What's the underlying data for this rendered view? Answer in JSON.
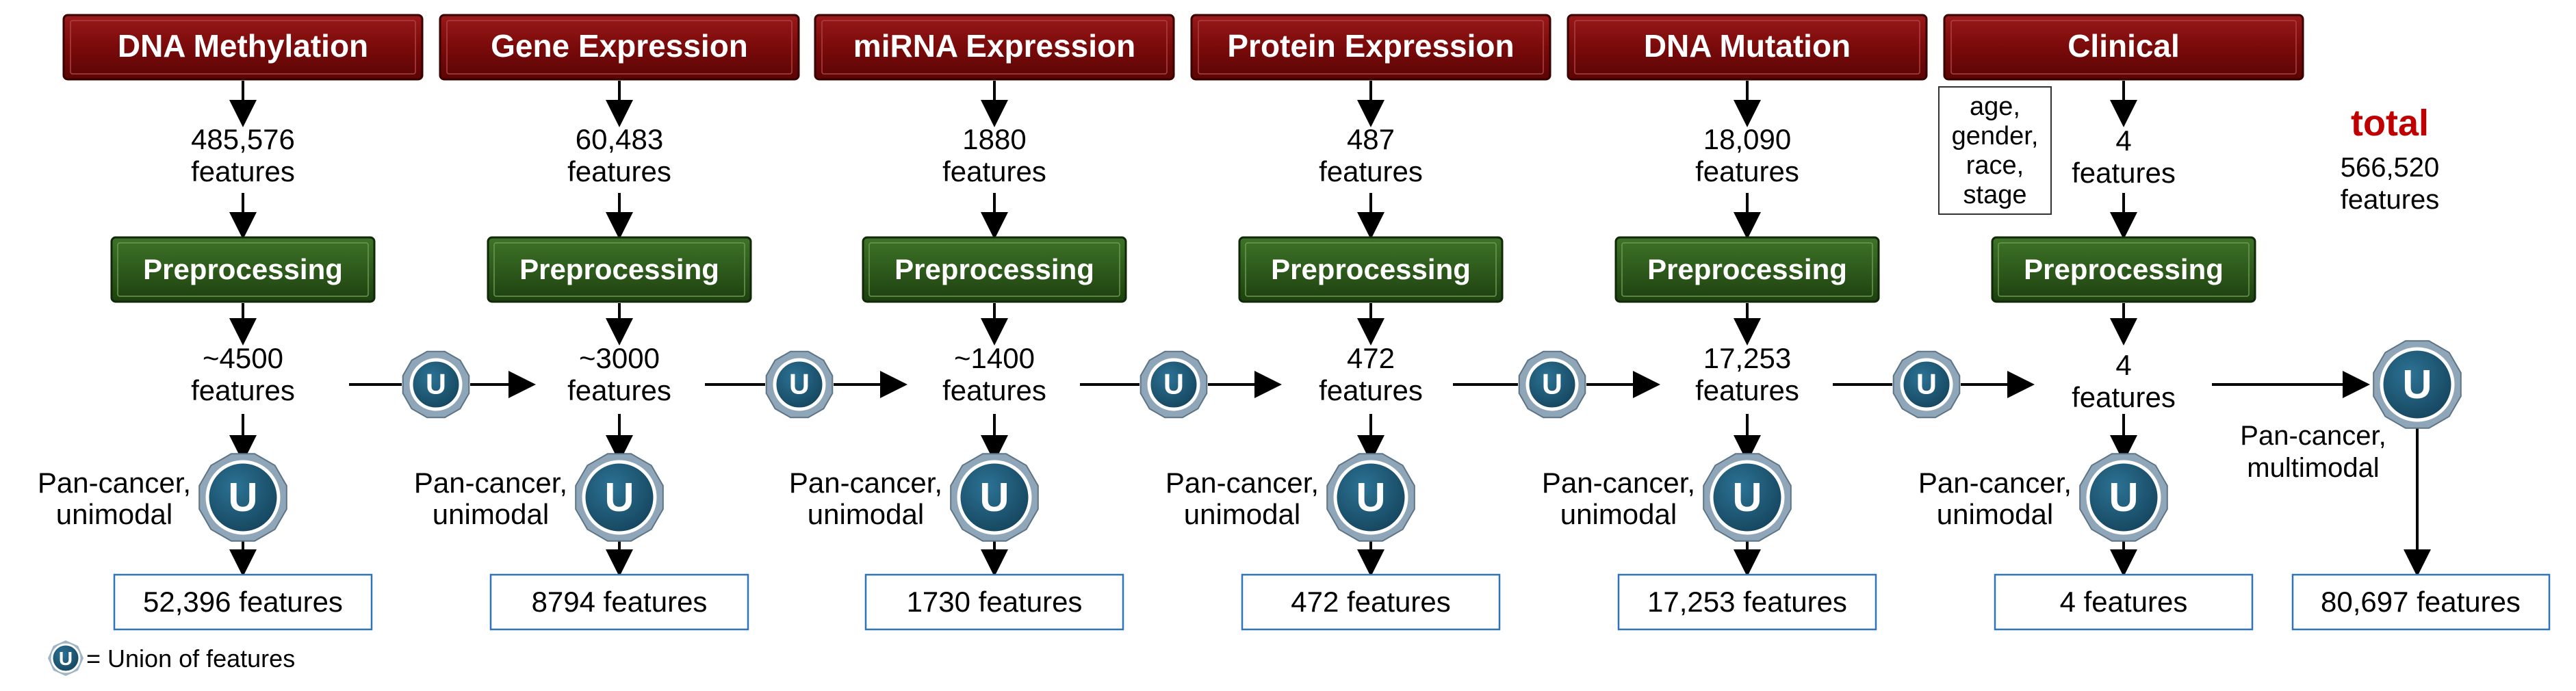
{
  "columns": [
    {
      "source": "DNA Methylation",
      "raw_count": "485,576",
      "raw_unit": "features",
      "step": "Preprocessing",
      "after_count": "~4500",
      "after_unit": "features",
      "mode_line1": "Pan-cancer,",
      "mode_line2": "unimodal",
      "result": "52,396 features"
    },
    {
      "source": "Gene Expression",
      "raw_count": "60,483",
      "raw_unit": "features",
      "step": "Preprocessing",
      "after_count": "~3000",
      "after_unit": "features",
      "mode_line1": "Pan-cancer,",
      "mode_line2": "unimodal",
      "result": "8794 features"
    },
    {
      "source": "miRNA Expression",
      "raw_count": "1880",
      "raw_unit": "features",
      "step": "Preprocessing",
      "after_count": "~1400",
      "after_unit": "features",
      "mode_line1": "Pan-cancer,",
      "mode_line2": "unimodal",
      "result": "1730 features"
    },
    {
      "source": "Protein Expression",
      "raw_count": "487",
      "raw_unit": "features",
      "step": "Preprocessing",
      "after_count": "472",
      "after_unit": "features",
      "mode_line1": "Pan-cancer,",
      "mode_line2": "unimodal",
      "result": "472 features"
    },
    {
      "source": "DNA Mutation",
      "raw_count": "18,090",
      "raw_unit": "features",
      "step": "Preprocessing",
      "after_count": "17,253",
      "after_unit": "features",
      "mode_line1": "Pan-cancer,",
      "mode_line2": "unimodal",
      "result": "17,253 features"
    },
    {
      "source": "Clinical",
      "raw_count": "4",
      "raw_unit": "features",
      "step": "Preprocessing",
      "after_count": "4",
      "after_unit": "features",
      "mode_line1": "Pan-cancer,",
      "mode_line2": "unimodal",
      "result": "4 features"
    }
  ],
  "clinical_box": [
    "age,",
    "gender,",
    "race,",
    "stage"
  ],
  "total": {
    "label": "total",
    "count": "566,520",
    "unit": "features"
  },
  "multimodal": {
    "line1": "Pan-cancer,",
    "line2": "multimodal",
    "result": "80,697 features"
  },
  "union_symbol": "U",
  "legend": {
    "symbol": "U",
    "text": "= Union of features"
  },
  "colors": {
    "source_fill": "#7a0a0a",
    "source_fill_dark": "#5a0505",
    "step_fill": "#2e5a1c",
    "step_fill_dark": "#1e4010",
    "union_fill": "#1f5873",
    "total_label": "#c00000",
    "result_border": "#2e75b6"
  }
}
